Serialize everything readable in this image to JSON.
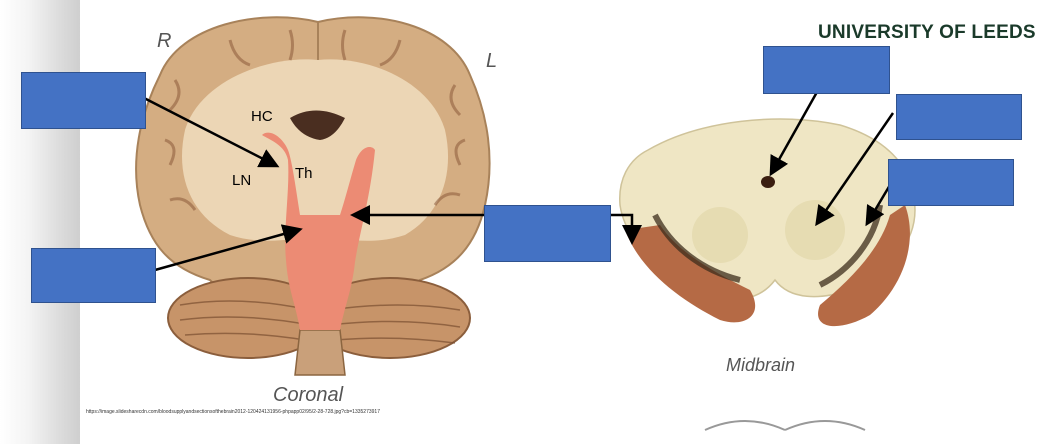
{
  "labels": {
    "r": "R",
    "l": "L",
    "hc": "HC",
    "th": "Th",
    "ln": "LN",
    "coronal": "Coronal",
    "midbrain": "Midbrain"
  },
  "branding": {
    "university": "UNIVERSITY OF LEEDS"
  },
  "source_url": "https://image.slidesharecdn.com/bloodsupplyandsectionsofthebrain2012-120424131956-phpapp02/95/2-28-728.jpg?cb=1335273917",
  "colors": {
    "label_box": "#4472c4",
    "highlight": "#e8806a",
    "brain_tissue": "#d9b48a",
    "midbrain_tissue": "#efe6c4",
    "peduncle": "#b56a45"
  }
}
